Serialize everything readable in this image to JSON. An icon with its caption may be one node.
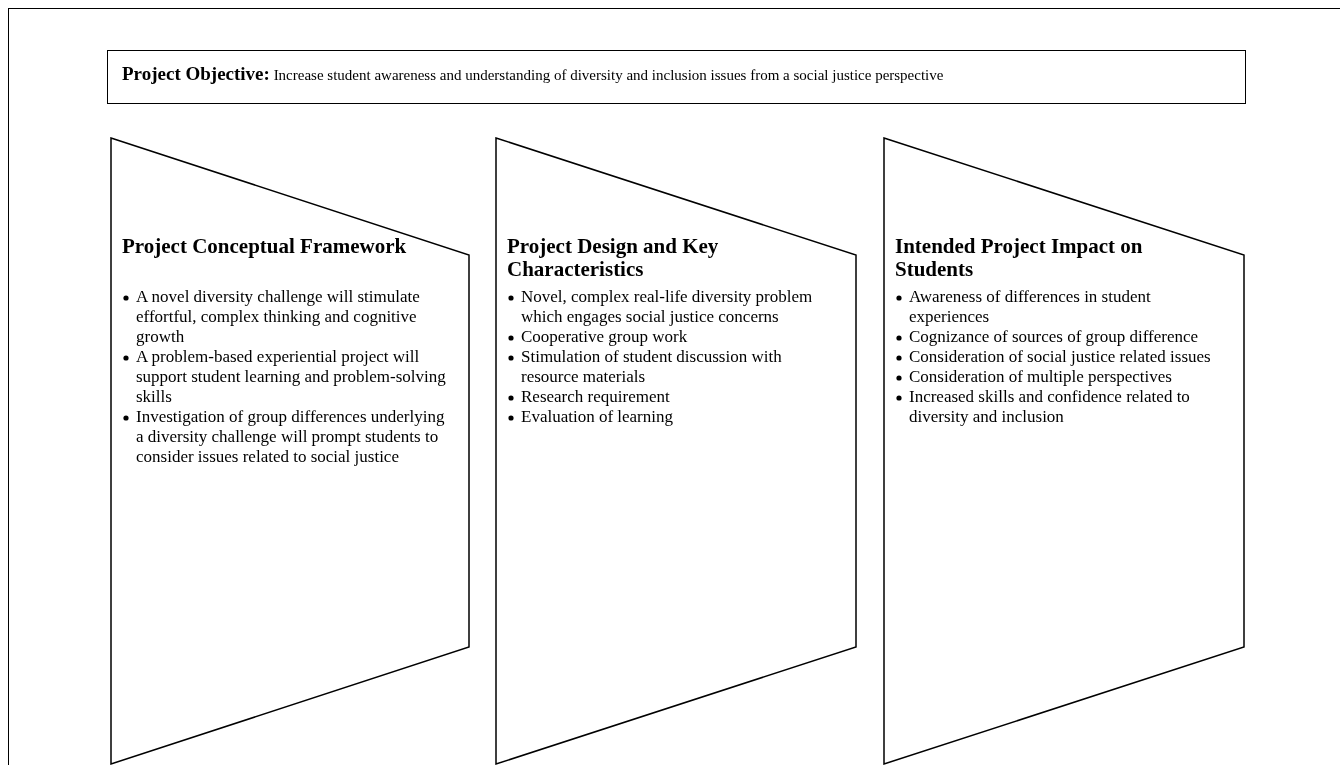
{
  "diagram": {
    "nodes": [
      {
        "text": [
          "**Project Objective:** Increase student awareness and understanding of diversity and inclusion issues from a social justice perspective"
        ]
      },
      {
        "text": [
          "Project Conceptual Framework",
          "A novel diversity challenge will stimulate effortful, complex thinking and cognitive growth",
          "A problem-based experiential project will support student learning and problem-solving skills",
          "Investigation of group differences underlying a diversity challenge will prompt students to consider issues related to social justice"
        ]
      },
      {
        "text": [
          "Project Design and Key Characteristics",
          "Novel, complex real-life diversity problem which engages social justice concerns",
          "Cooperative group work",
          "Stimulation of student discussion with resource materials",
          "Research requirement",
          "Evaluation of learning"
        ]
      },
      {
        "text": [
          "Intended Project Impact on Students",
          "Awareness of differences in student experiences",
          "Cognizance of sources of group difference",
          "Consideration of social justice related issues",
          "Consideration of multiple perspectives",
          "Increased skills and confidence related to diversity and inclusion"
        ]
      }
    ]
  }
}
